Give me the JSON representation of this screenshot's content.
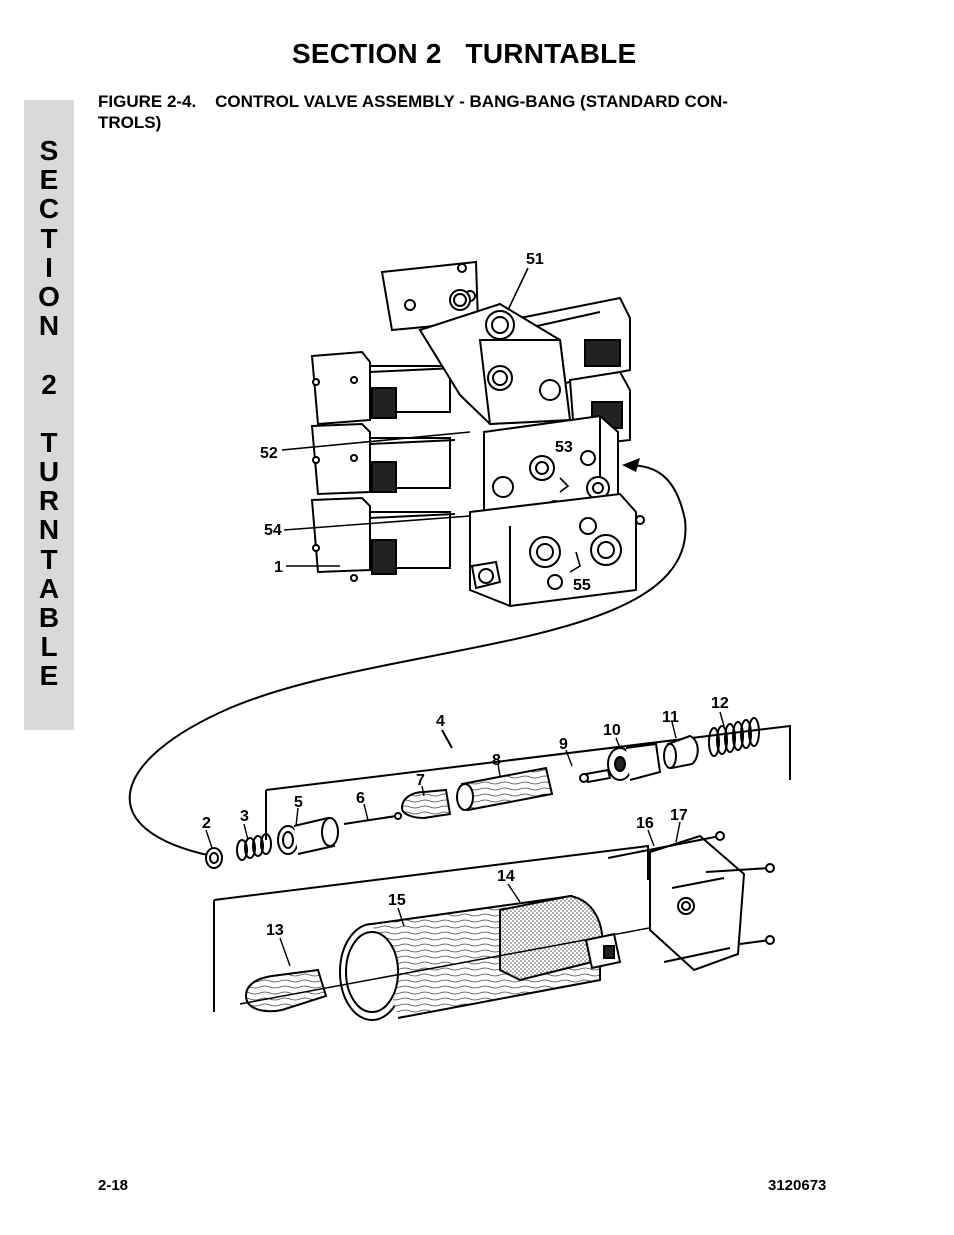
{
  "header": {
    "section_title": "SECTION 2   TURNTABLE",
    "figure_caption": "FIGURE 2-4.    CONTROL VALVE ASSEMBLY - BANG-BANG (STANDARD CON-\nTROLS)"
  },
  "side_tab": {
    "letters": [
      "S",
      "E",
      "C",
      "T",
      "I",
      "O",
      "N",
      " ",
      "2",
      " ",
      "T",
      "U",
      "R",
      "N",
      "T",
      "A",
      "B",
      "L",
      "E"
    ]
  },
  "callouts": {
    "c1": "1",
    "c2": "2",
    "c3": "3",
    "c4": "4",
    "c5": "5",
    "c6": "6",
    "c7": "7",
    "c8": "8",
    "c9": "9",
    "c10": "10",
    "c11": "11",
    "c12": "12",
    "c13": "13",
    "c14": "14",
    "c15": "15",
    "c16": "16",
    "c17": "17",
    "c51": "51",
    "c52": "52",
    "c53": "53",
    "c54": "54",
    "c55": "55"
  },
  "footer": {
    "page_number": "2-18",
    "document_number": "3120673"
  }
}
